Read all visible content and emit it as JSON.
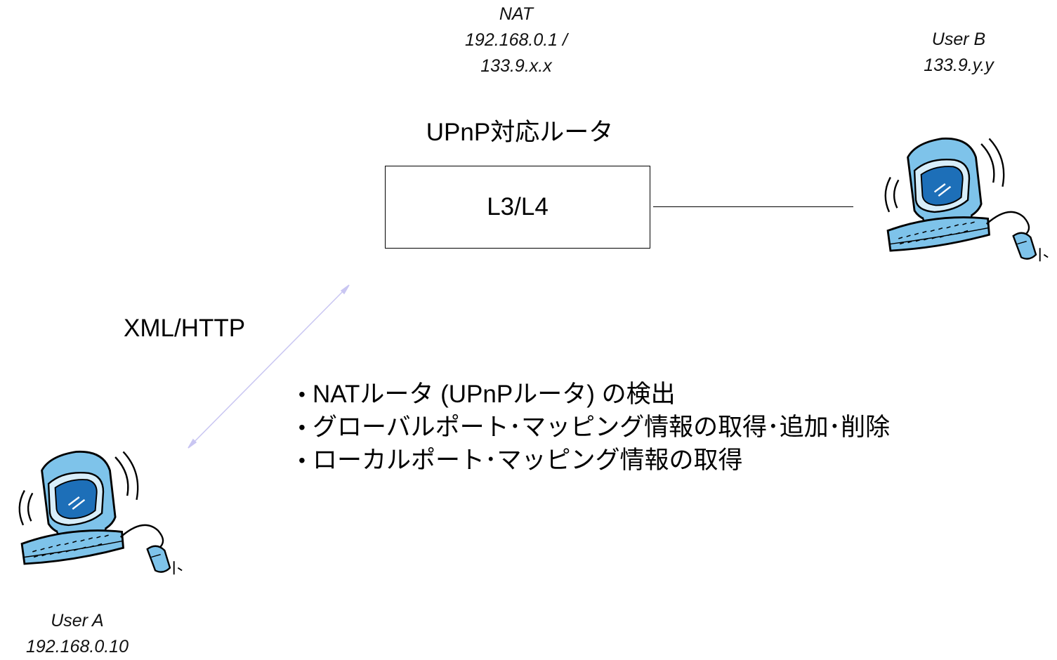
{
  "nat": {
    "line1": "NAT",
    "line2": "192.168.0.1 /",
    "line3": "133.9.x.x"
  },
  "router": {
    "title": "UPnP対応ルータ",
    "box_label": "L3/L4"
  },
  "user_b": {
    "name": "User B",
    "ip": "133.9.y.y"
  },
  "user_a": {
    "name": "User A",
    "ip": "192.168.0.10"
  },
  "protocol_label": "XML/HTTP",
  "features": [
    "NATルータ (UPnPルータ) の検出",
    "グローバルポート･マッピング情報の取得･追加･削除",
    "ローカルポート･マッピング情報の取得"
  ],
  "icons": {
    "user_a": "desktop-computer-icon",
    "user_b": "desktop-computer-icon"
  },
  "colors": {
    "arrow": "#c9c6f2",
    "computer_fill": "#7ec3ea",
    "computer_screen": "#1d6fb8"
  }
}
